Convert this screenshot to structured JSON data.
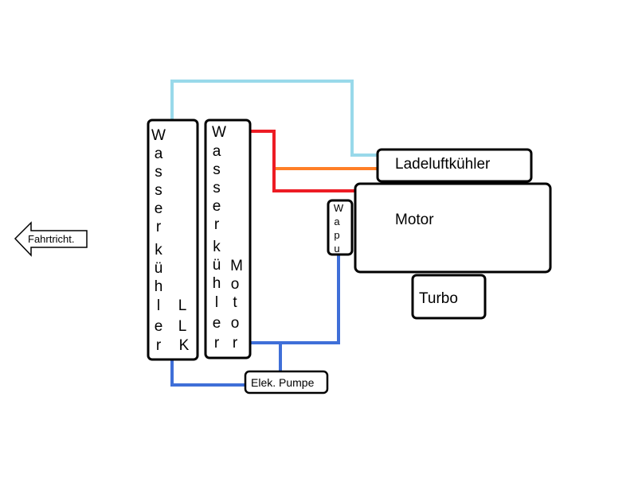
{
  "direction_arrow": {
    "label": "Fahrtricht."
  },
  "wasserkuehler_llk": {
    "letters_col1": [
      "W",
      "a",
      "s",
      "s",
      "e",
      "r",
      "k",
      "ü",
      "h",
      "l",
      "e",
      "r"
    ],
    "letters_col2": [
      "L",
      "L",
      "K"
    ]
  },
  "wasserkuehler_motor": {
    "letters_col1": [
      "W",
      "a",
      "s",
      "s",
      "e",
      "r",
      "k",
      "ü",
      "h",
      "l",
      "e",
      "r"
    ],
    "letters_col2": [
      "M",
      "o",
      "t",
      "o",
      "r"
    ]
  },
  "ladeluftkuehler": {
    "label": "Ladeluftkühler"
  },
  "motor": {
    "label": "Motor"
  },
  "turbo": {
    "label": "Turbo"
  },
  "wapu": {
    "letters": [
      "W",
      "a",
      "p",
      "u"
    ]
  },
  "pump": {
    "label": "Elek. Pumpe"
  },
  "colors": {
    "light_blue_line": "#99d9ea",
    "orange_line": "#ff7f27",
    "red_line": "#ed1c24",
    "blue_line": "#3f6fd8",
    "box_stroke": "#000000"
  }
}
